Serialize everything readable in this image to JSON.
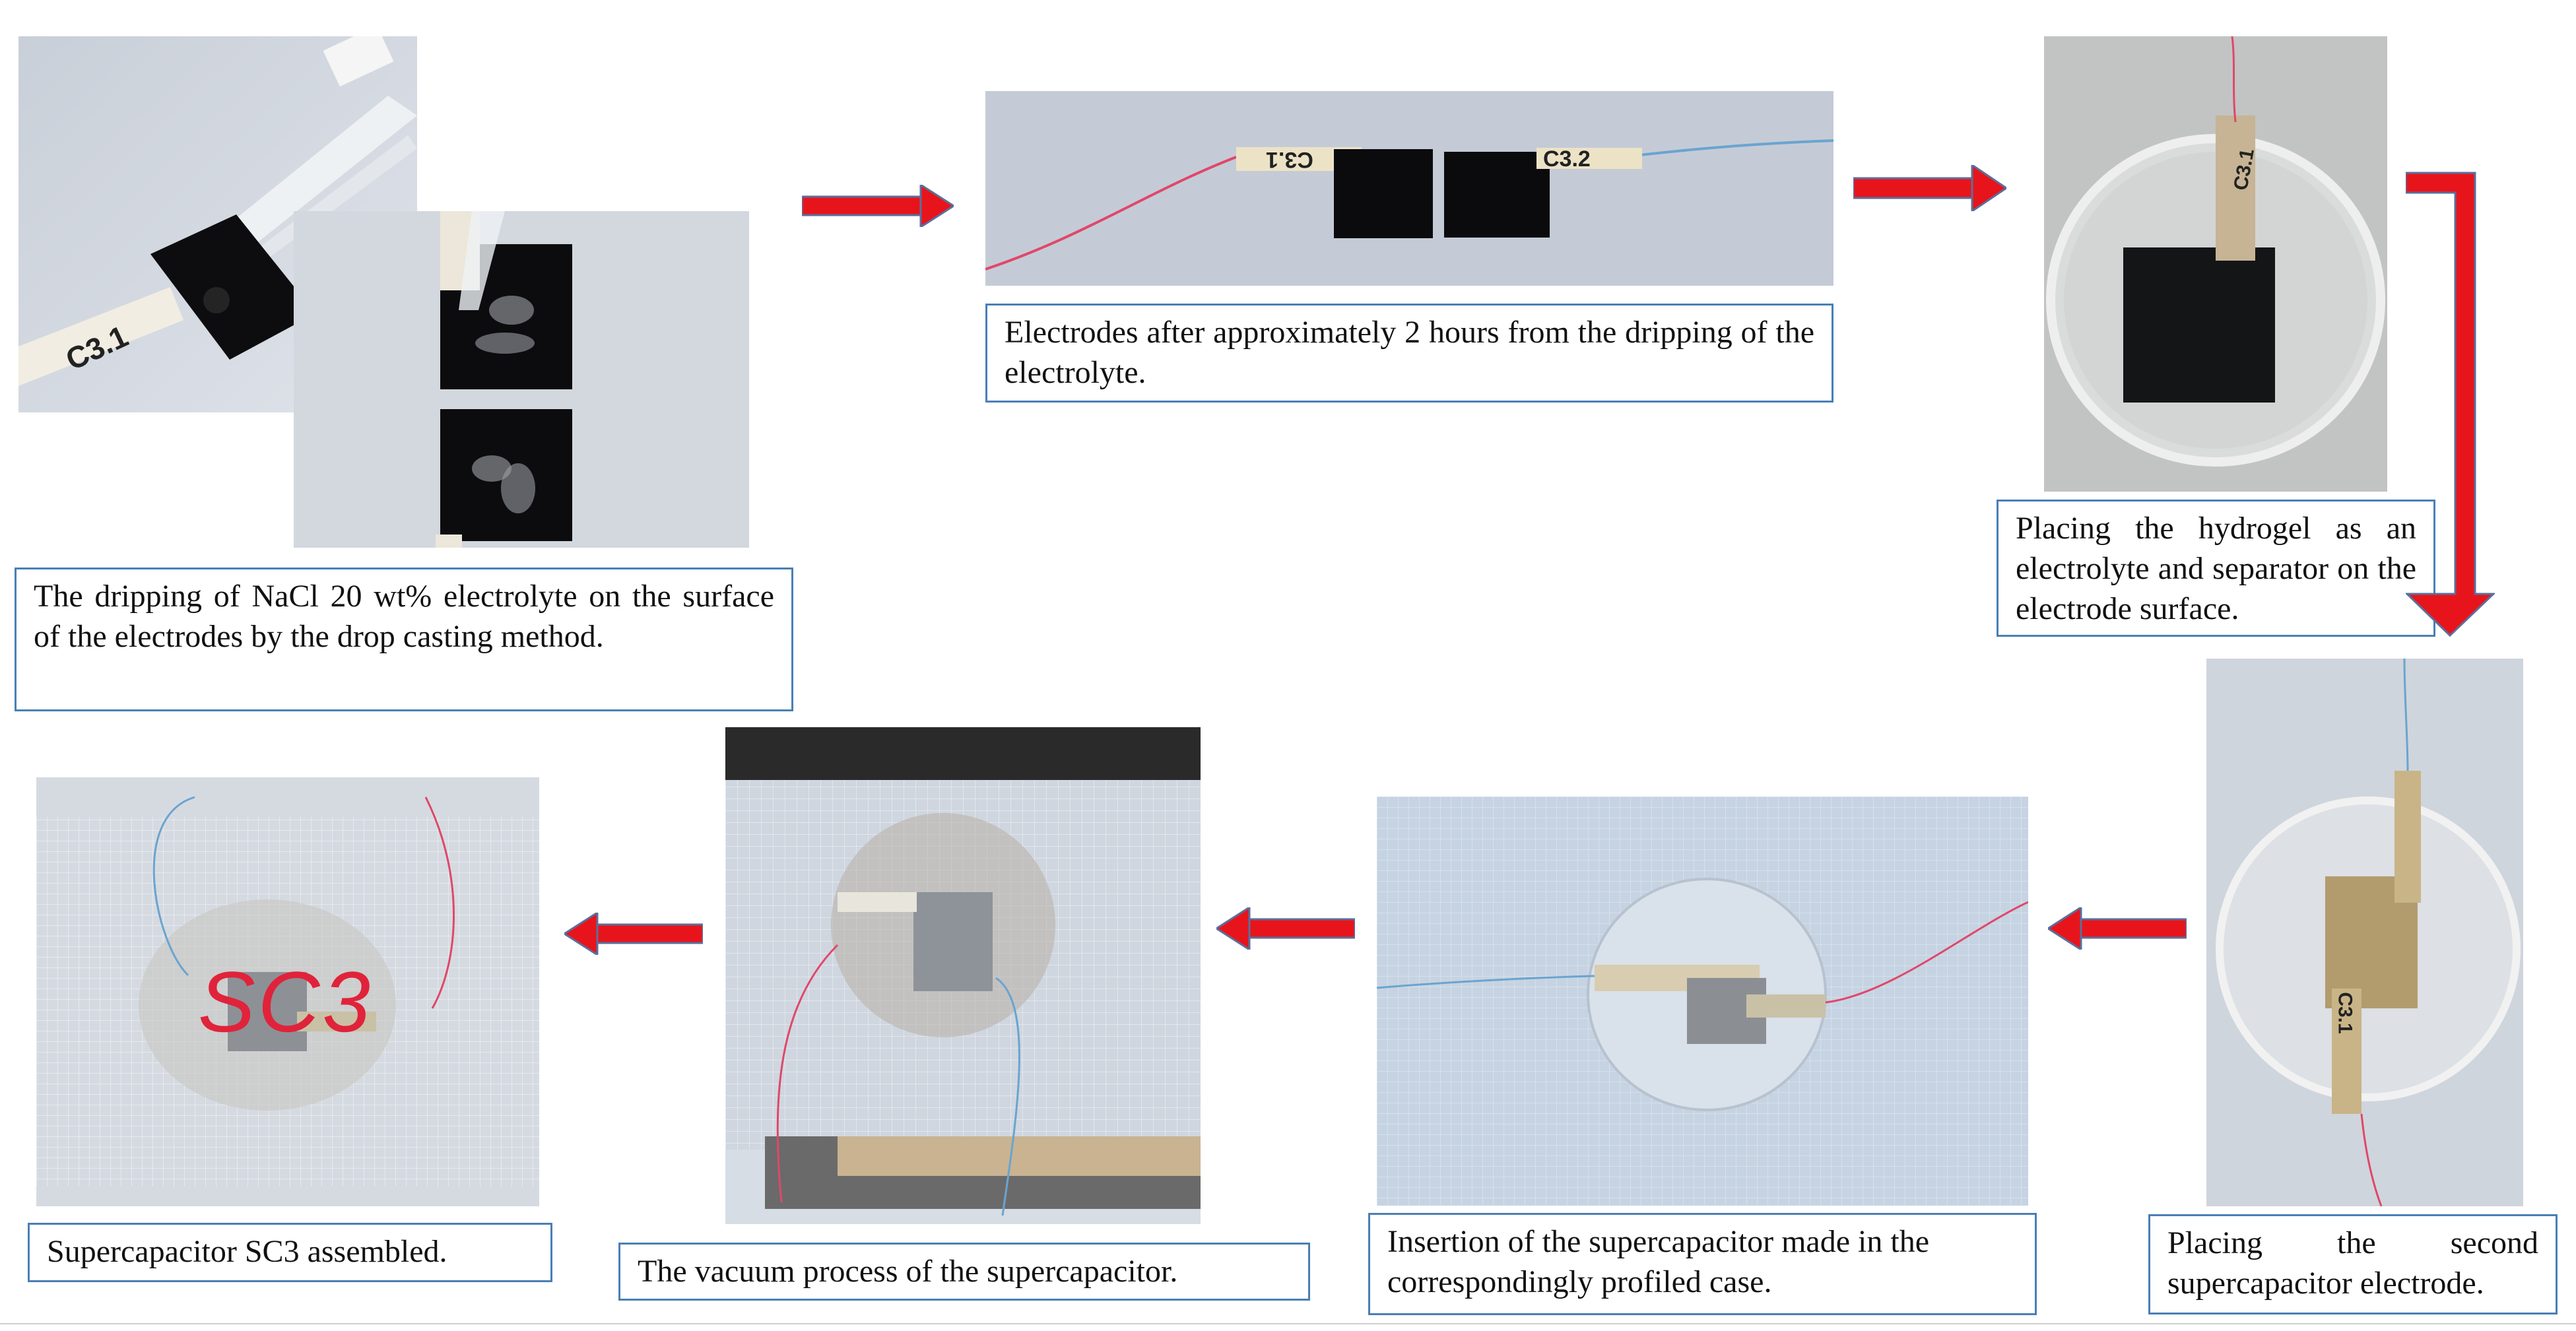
{
  "steps": [
    {
      "id": "step1",
      "caption": "The dripping of NaCl 20 wt% electrolyte on the surface of the electrodes by the drop casting method."
    },
    {
      "id": "step2",
      "caption": "Electrodes after approximately 2 hours from the dripping of the electrolyte."
    },
    {
      "id": "step3",
      "caption": "Placing the hydrogel as an electrolyte and separator on the electrode surface."
    },
    {
      "id": "step4",
      "caption": "Placing the second supercapacitor electrode."
    },
    {
      "id": "step5",
      "caption": "Insertion of the supercapacitor made in the correspondingly profiled case."
    },
    {
      "id": "step6",
      "caption": "The vacuum process of the supercapacitor."
    },
    {
      "id": "step7",
      "caption": "Supercapacitor SC3 assembled."
    }
  ],
  "photo_labels": {
    "electrode_tag_1": "C3.1",
    "electrode_tag_2": "C3.2",
    "sc3_marking": "SC3"
  },
  "colors": {
    "arrow": "#e8141b",
    "caption_border": "#4a7fb5"
  }
}
